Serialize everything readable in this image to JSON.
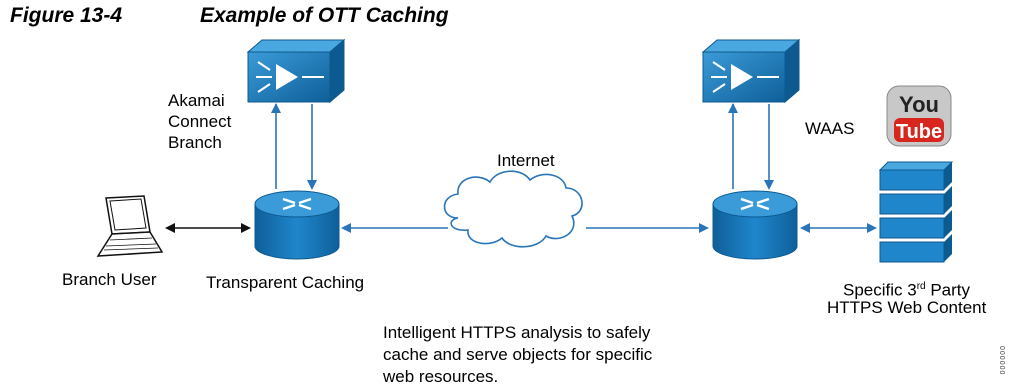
{
  "figure": {
    "number": "Figure 13-4",
    "title": "Example of OTT Caching"
  },
  "labels": {
    "akamai": [
      "Akamai",
      "Connect",
      "Branch"
    ],
    "waas": "WAAS",
    "internet": "Internet",
    "branch_user": "Branch User",
    "transparent_caching": "Transparent Caching",
    "specific_line1_pre": "Specific 3",
    "specific_line1_sup": "rd",
    "specific_line1_post": " Party",
    "specific_line2": "HTTPS Web Content"
  },
  "caption": "Intelligent HTTPS analysis to safely\ncache and serve objects for specific\nweb resources.",
  "youtube": {
    "you": "You",
    "tube": "Tube"
  },
  "side_id": "000000",
  "colors": {
    "device": "#1a7cc0",
    "device_dark": "#0f5f99",
    "line": "#2a75b8",
    "youtube_red": "#d7261e"
  }
}
